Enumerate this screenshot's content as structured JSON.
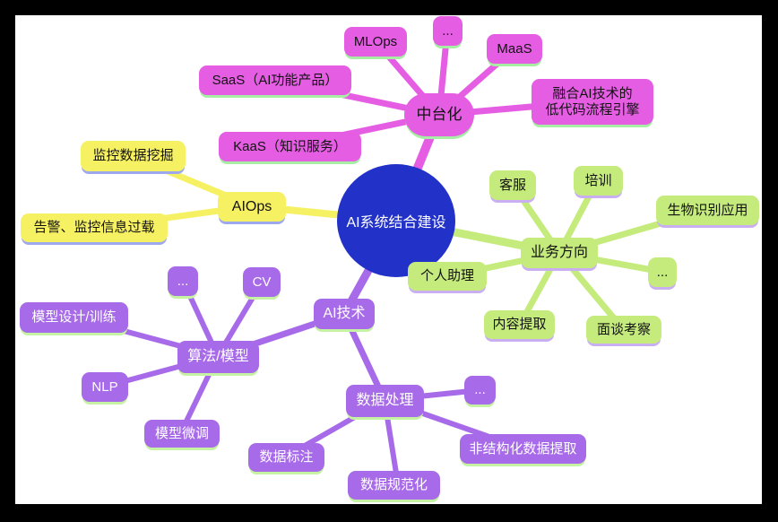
{
  "mindmap": {
    "root": {
      "label": "AI系统结合建设"
    },
    "branches": {
      "platform": {
        "label": "中台化",
        "children": {
          "saas": {
            "label": "SaaS（AI功能产品）"
          },
          "mlops": {
            "label": "MLOps"
          },
          "more": {
            "label": "..."
          },
          "maas": {
            "label": "MaaS"
          },
          "lowcode": {
            "label": "融合AI技术的\n低代码流程引擎"
          },
          "kaas": {
            "label": "KaaS（知识服务）"
          }
        }
      },
      "aiops": {
        "label": "AIOps",
        "children": {
          "monitor_mining": {
            "label": "监控数据挖掘"
          },
          "alert_overload": {
            "label": "告警、监控信息过载"
          }
        }
      },
      "business": {
        "label": "业务方向",
        "children": {
          "customer_service": {
            "label": "客服"
          },
          "training": {
            "label": "培训"
          },
          "biometric": {
            "label": "生物识别应用"
          },
          "more": {
            "label": "..."
          },
          "interview": {
            "label": "面谈考察"
          },
          "content_extraction": {
            "label": "内容提取"
          },
          "personal_assistant": {
            "label": "个人助理"
          }
        }
      },
      "ai_tech": {
        "label": "AI技术",
        "children": {
          "algorithm_model": {
            "label": "算法/模型",
            "children": {
              "more": {
                "label": "..."
              },
              "cv": {
                "label": "CV"
              },
              "model_design": {
                "label": "模型设计/训练"
              },
              "nlp": {
                "label": "NLP"
              },
              "finetune": {
                "label": "模型微调"
              }
            }
          },
          "data_processing": {
            "label": "数据处理",
            "children": {
              "more": {
                "label": "..."
              },
              "unstructured": {
                "label": "非结构化数据提取"
              },
              "annotation": {
                "label": "数据标注"
              },
              "normalization": {
                "label": "数据规范化"
              }
            }
          }
        }
      }
    },
    "colors": {
      "background": "#000000",
      "surface": "#ffffff",
      "root_fill": "#2231c8",
      "root_text": "#ffffff",
      "platform_fill": "#e55de3",
      "platform_shadow": "#a7eda4",
      "aiops_fill": "#f6f063",
      "aiops_shadow": "#9ea8ee",
      "business_fill": "#c5eb7d",
      "business_shadow": "#c9aff2",
      "ai_tech_fill": "#a76ae8",
      "ai_tech_shadow": "#c6f3a3"
    }
  }
}
